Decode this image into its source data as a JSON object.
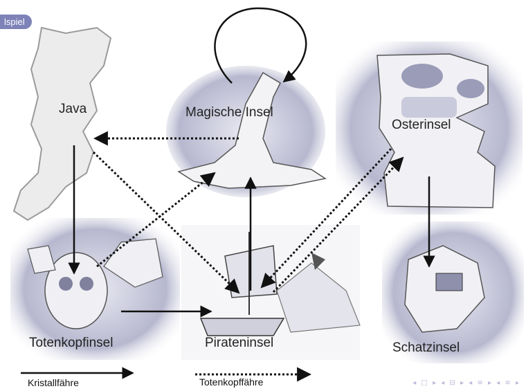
{
  "frame": {
    "tag": "lspiel",
    "nav_glyphs": "◂ □ ▸ ◂ ⊟ ▸ ◂ ≡ ▸ ◂ ≡ ▸"
  },
  "islands": {
    "java": "Java",
    "magic": "Magische Insel",
    "easter": "Osterinsel",
    "skull": "Totenkopfinsel",
    "pirate": "Pirateninsel",
    "treasure": "Schatzinsel"
  },
  "legend": {
    "solid": "Kristallfähre",
    "dotted": "Totenkopffähre"
  },
  "colors": {
    "tag_bg": "#7d82b8",
    "arrow": "#111111",
    "sketch": "#5a5f86"
  }
}
